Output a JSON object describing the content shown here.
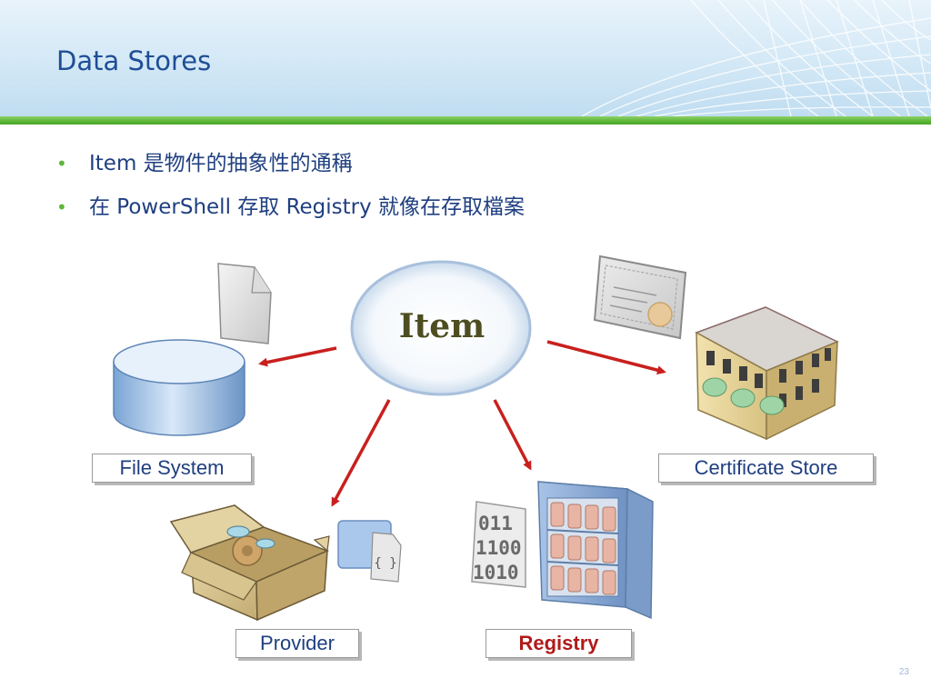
{
  "slide": {
    "title": "Data Stores",
    "bullets": [
      "Item 是物件的抽象性的通稱",
      "在 PowerShell 存取 Registry 就像在存取檔案"
    ],
    "page_number": "23"
  },
  "diagram": {
    "center": "Item",
    "stores": {
      "file_system": "File System",
      "certificate_store": "Certificate Store",
      "provider": "Provider",
      "registry": "Registry"
    },
    "binary_lines": [
      "011",
      "1100",
      "1010"
    ],
    "braces_glyph": "{ }"
  },
  "colors": {
    "title": "#1f4e96",
    "accent_green": "#5cb637",
    "arrow_red": "#c8201e",
    "registry_label": "#b01b1b"
  }
}
